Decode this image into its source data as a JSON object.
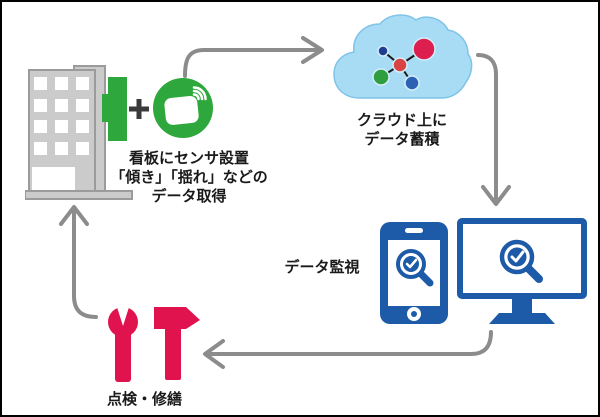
{
  "colors": {
    "green": "#2ea83c",
    "pink": "#e0134f",
    "blue": "#1d5aa8",
    "cloud-fill": "#a8dcf5",
    "cloud-stroke": "#7fc4e8",
    "arrow": "#8c8c8c",
    "building-fill": "#cbcbcb",
    "building-stroke": "#9b9b9b",
    "dark": "#3a3a3a",
    "node-center": "#d84343",
    "node-big-red": "#dc1f4e",
    "node-navy": "#203e8f",
    "node-green": "#2f9e3f",
    "node-blue": "#2b62b4",
    "node-line": "#1a1a1a"
  },
  "steps": {
    "install": {
      "lines": [
        "看板にセンサ設置",
        "「傾き」「揺れ」などの",
        "データ取得"
      ]
    },
    "cloud_storage": {
      "lines": [
        "クラウド上に",
        "データ蓄積"
      ]
    },
    "monitoring": {
      "label": "データ監視"
    },
    "repair": {
      "label": "点検・修繕"
    }
  },
  "icons": {
    "building": "office building",
    "signboard": "green signboard mounted on building",
    "plus": "plus sign",
    "sensor": "wireless sensor in green circle",
    "cloud": "cloud",
    "network": "linked data nodes",
    "smartphone": "smartphone with magnifier check",
    "monitor": "desktop monitor with magnifier check",
    "wrench": "wrench",
    "hammer": "hammer"
  }
}
